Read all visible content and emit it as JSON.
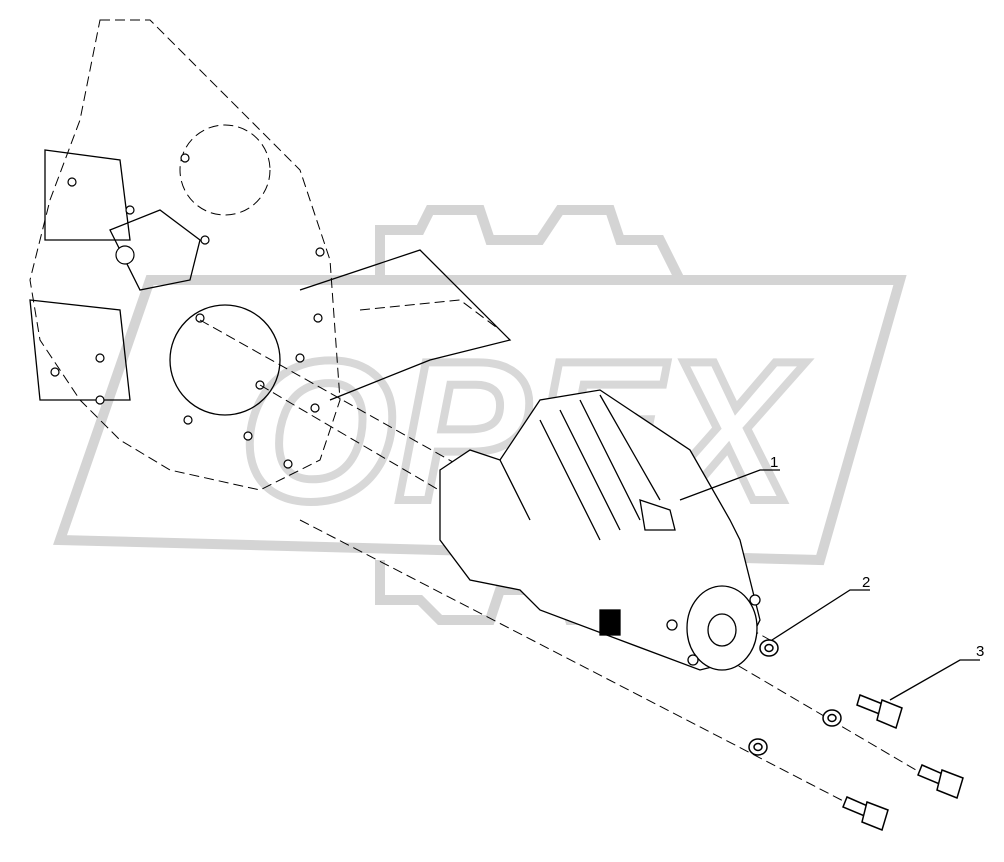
{
  "diagram": {
    "watermark": "OPEX",
    "callouts": [
      {
        "label": "1",
        "part": "starter-motor"
      },
      {
        "label": "2",
        "part": "washer"
      },
      {
        "label": "3",
        "part": "bolt"
      }
    ]
  }
}
